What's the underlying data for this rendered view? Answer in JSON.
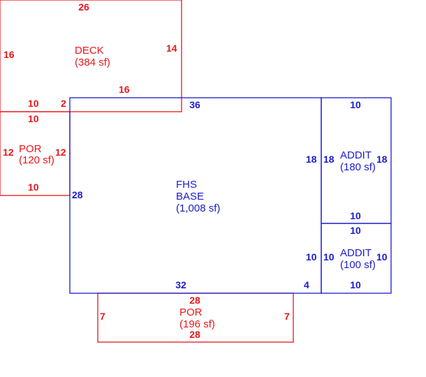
{
  "areas": {
    "deck": {
      "name": "DECK",
      "area": "(384 sf)",
      "top": "26",
      "left": "16",
      "right": "14",
      "bottom": "16",
      "bottom_left": "10",
      "step": "2"
    },
    "por_left": {
      "name": "POR",
      "area": "(120 sf)",
      "top": "10",
      "left": "12",
      "right": "12",
      "bottom": "10"
    },
    "base": {
      "name_line1": "FHS",
      "name_line2": "BASE",
      "area": "(1,008 sf)",
      "top": "36",
      "left": "28",
      "right": "18",
      "right_lower": "10",
      "bottom": "32",
      "bottom_step": "4"
    },
    "addit_upper": {
      "name": "ADDIT",
      "area": "(180 sf)",
      "top": "10",
      "left": "18",
      "right": "18",
      "bottom": "10"
    },
    "addit_lower": {
      "name": "ADDIT",
      "area": "(100 sf)",
      "top": "10",
      "left": "10",
      "right": "10",
      "bottom": "10"
    },
    "por_bottom": {
      "name": "POR",
      "area": "(196 sf)",
      "top": "28",
      "left": "7",
      "right": "7",
      "bottom": "28"
    }
  },
  "colors": {
    "red": "#e8171a",
    "blue": "#1b1bd0"
  }
}
